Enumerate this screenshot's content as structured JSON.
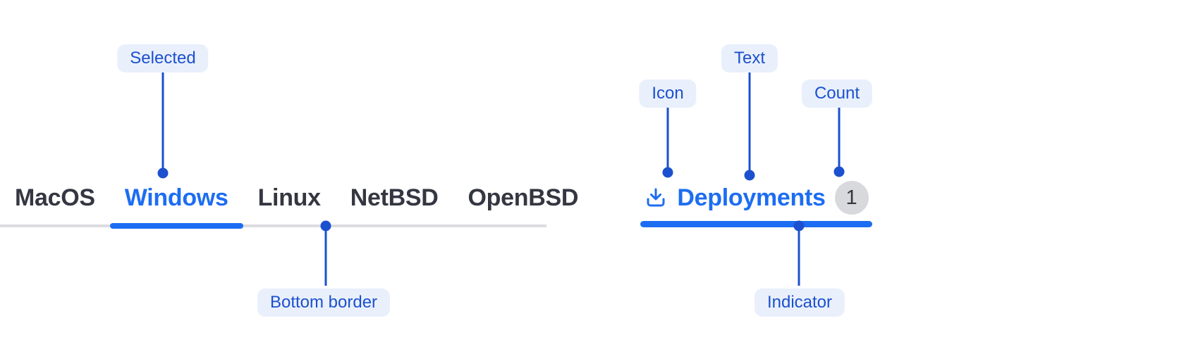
{
  "demo_tabs": {
    "items": [
      {
        "label": "MacOS"
      },
      {
        "label": "Windows"
      },
      {
        "label": "Linux"
      },
      {
        "label": "NetBSD"
      },
      {
        "label": "OpenBSD"
      }
    ],
    "selected": "Windows"
  },
  "anatomy_tab": {
    "icon": "download-icon",
    "label": "Deployments",
    "count": "1"
  },
  "callouts": {
    "selected": "Selected",
    "bottom_border": "Bottom border",
    "icon": "Icon",
    "text": "Text",
    "count": "Count",
    "indicator": "Indicator"
  },
  "colors": {
    "component_blue": "#1D6DF2",
    "annotation_blue": "#1C50CE",
    "annotation_pill_bg": "#E9F0FC",
    "tab_text": "#343741",
    "divider_gray": "#DCDDE0",
    "badge_bg": "#D7D9DD",
    "badge_text": "#343741"
  }
}
